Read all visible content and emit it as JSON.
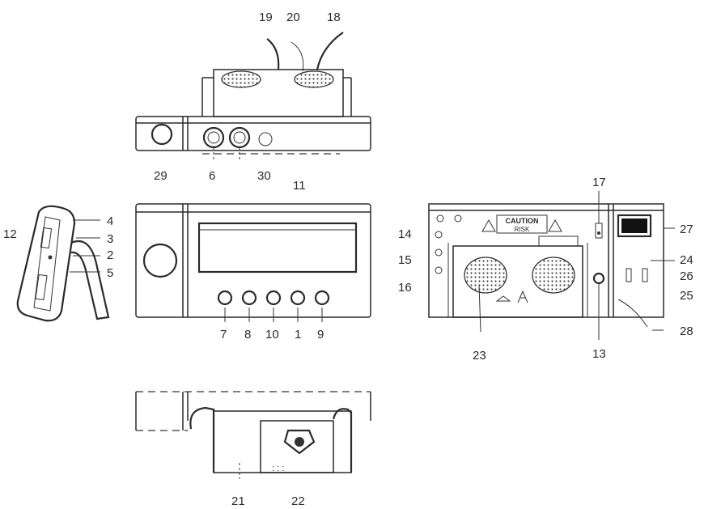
{
  "callouts": [
    {
      "id": "19",
      "text": "19"
    },
    {
      "id": "20",
      "text": "20"
    },
    {
      "id": "18",
      "text": "18"
    },
    {
      "id": "29",
      "text": "29"
    },
    {
      "id": "6",
      "text": "6"
    },
    {
      "id": "30",
      "text": "30"
    },
    {
      "id": "11",
      "text": "11"
    },
    {
      "id": "12",
      "text": "12"
    },
    {
      "id": "4",
      "text": "4"
    },
    {
      "id": "3",
      "text": "3"
    },
    {
      "id": "2",
      "text": "2"
    },
    {
      "id": "5",
      "text": "5"
    },
    {
      "id": "7",
      "text": "7"
    },
    {
      "id": "8",
      "text": "8"
    },
    {
      "id": "10",
      "text": "10"
    },
    {
      "id": "1",
      "text": "1"
    },
    {
      "id": "9",
      "text": "9"
    },
    {
      "id": "14",
      "text": "14"
    },
    {
      "id": "15",
      "text": "15"
    },
    {
      "id": "16",
      "text": "16"
    },
    {
      "id": "17",
      "text": "17"
    },
    {
      "id": "13",
      "text": "13"
    },
    {
      "id": "23",
      "text": "23"
    },
    {
      "id": "27",
      "text": "27"
    },
    {
      "id": "24",
      "text": "24"
    },
    {
      "id": "26",
      "text": "26"
    },
    {
      "id": "25",
      "text": "25"
    },
    {
      "id": "28",
      "text": "28"
    },
    {
      "id": "21",
      "text": "21"
    },
    {
      "id": "22",
      "text": "22"
    }
  ],
  "rear_panel": {
    "warning_label": "CAUTION",
    "warning_sub": "RISK"
  },
  "colors": {
    "line": "#2a2a2a",
    "background": "#ffffff"
  }
}
